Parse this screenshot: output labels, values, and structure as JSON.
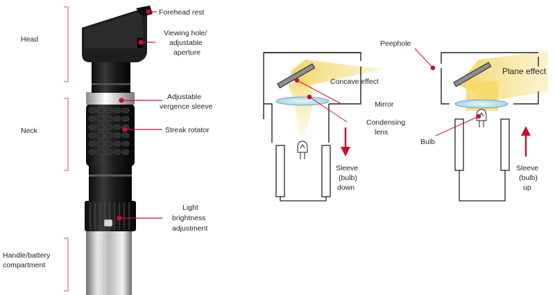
{
  "colors": {
    "accent": "#c8102e",
    "beam": "#f6df7a",
    "lens": "#bfe0ef",
    "outline": "#231f20",
    "bracket": "#d9455a"
  },
  "scope": {
    "sections": {
      "head": "Head",
      "neck": "Neck",
      "handle_line1": "Handle/battery",
      "handle_line2": "compartment"
    },
    "callouts": {
      "forehead_rest": "Forehead rest",
      "viewing_hole_1": "Viewing hole/",
      "viewing_hole_2": "adjustable",
      "viewing_hole_3": "aperture",
      "vergence_1": "Adjustable",
      "vergence_2": "vergence sleeve",
      "streak_rotator": "Streak rotator",
      "brightness_1": "Light",
      "brightness_2": "brightness",
      "brightness_3": "adjustment"
    }
  },
  "diagram_down": {
    "concave_effect": "Concave effect",
    "mirror": "Mirror",
    "condensing_1": "Condensing",
    "condensing_2": "lens",
    "sleeve_1": "Sleeve",
    "sleeve_2": "(bulb)",
    "sleeve_3": "down"
  },
  "diagram_up": {
    "peephole": "Peephole",
    "plane_effect": "Plane effect",
    "bulb": "Bulb",
    "sleeve_1": "Sleeve",
    "sleeve_2": "(bulb)",
    "sleeve_3": "up"
  }
}
